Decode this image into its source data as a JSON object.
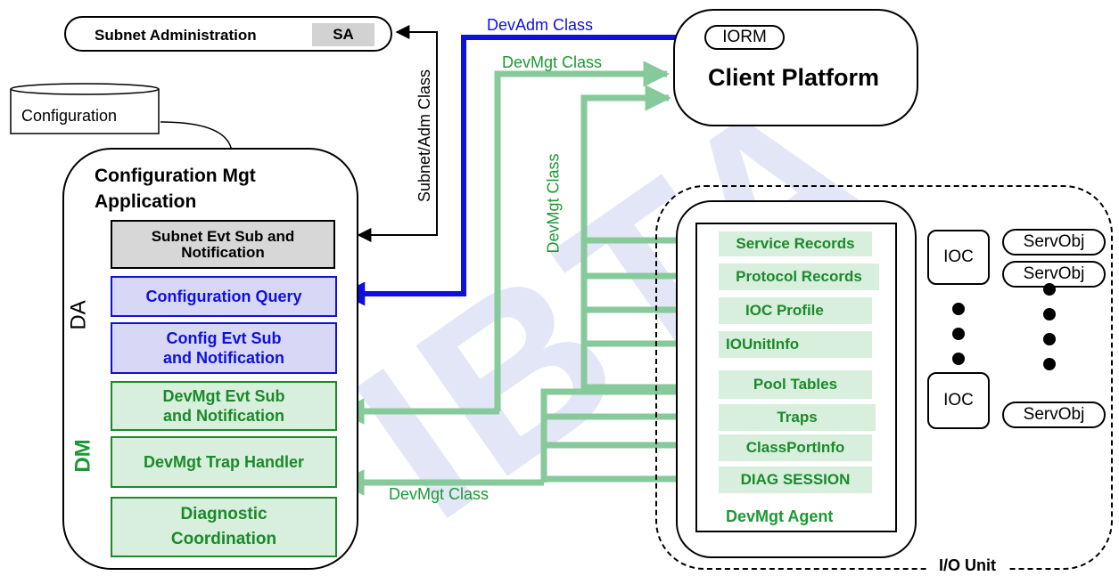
{
  "watermark": "IBTA",
  "subnet_admin": {
    "label": "Subnet Administration",
    "tag": "SA"
  },
  "configuration_db": {
    "label": "Configuration"
  },
  "client_platform": {
    "label": "Client Platform",
    "iorm": "IORM"
  },
  "config_app": {
    "title_line1": "Configuration Mgt",
    "title_line2": "Application",
    "da_label": "DA",
    "dm_label": "DM",
    "subnet_evt": {
      "line1": "Subnet Evt Sub and",
      "line2": "Notification"
    },
    "config_query": "Configuration Query",
    "config_evt": {
      "line1": "Config Evt Sub",
      "line2": "and Notification"
    },
    "devmgt_evt": {
      "line1": "DevMgt Evt Sub",
      "line2": "and Notification"
    },
    "trap_handler": "DevMgt Trap Handler",
    "diagnostic": {
      "line1": "Diagnostic",
      "line2": "Coordination"
    }
  },
  "arrow_labels": {
    "devadm_class": "DevAdm Class",
    "devmgt_class_top": "DevMgt Class",
    "devmgt_class_vertical": "DevMgt Class",
    "subnet_adm_class": "Subnet/Adm Class",
    "devmgt_class_bottom": "DevMgt Class"
  },
  "devmgt_agent": {
    "label": "DevMgt Agent",
    "items": [
      "Service Records",
      "Protocol Records",
      "IOC Profile",
      "IOUnitInfo",
      "Pool Tables",
      "Traps",
      "ClassPortInfo",
      "DIAG SESSION"
    ]
  },
  "io_unit": {
    "label": "I/O Unit",
    "ioc_top": "IOC",
    "ioc_bottom": "IOC",
    "servobj_1": "ServObj",
    "servobj_2": "ServObj",
    "servobj_3": "ServObj"
  },
  "colors": {
    "green_arrow": "#86c99a",
    "green_text": "#1a9a33",
    "blue": "#1010dd",
    "gray_box": "#d7d7d7",
    "green_box": "#d7efdc",
    "blue_box": "#d8d8f6"
  }
}
